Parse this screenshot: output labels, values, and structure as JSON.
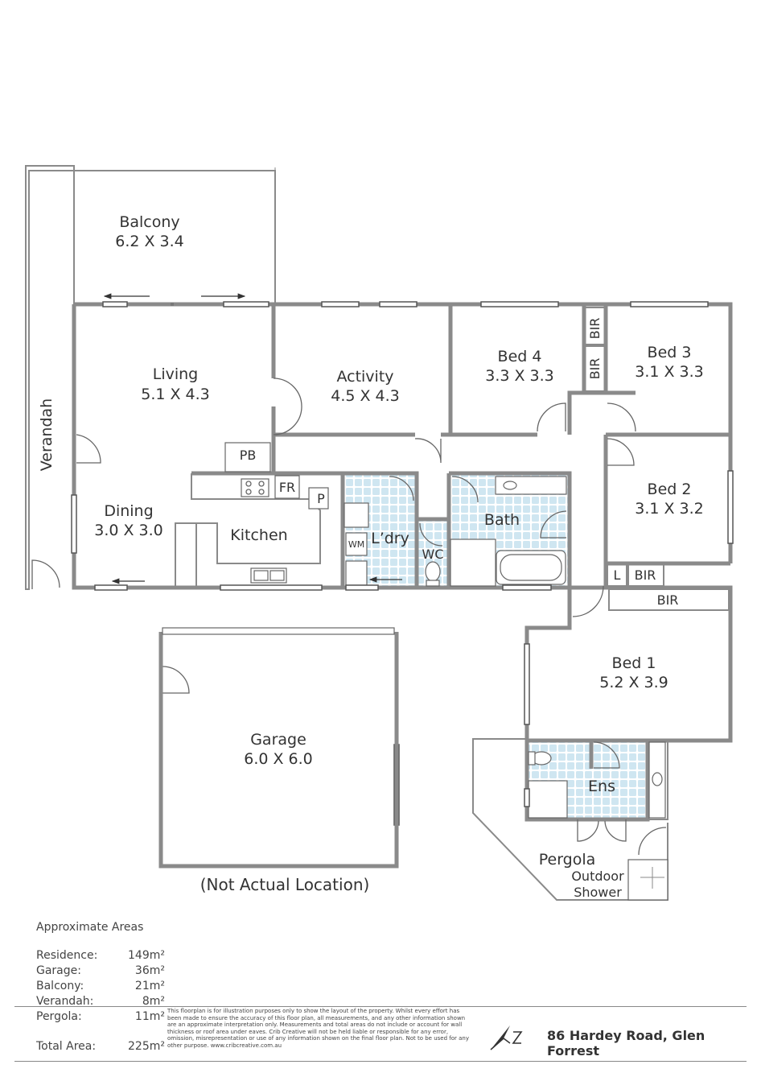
{
  "rooms": {
    "balcony": {
      "name": "Balcony",
      "dims": "6.2 X 3.4"
    },
    "verandah": {
      "name": "Verandah"
    },
    "living": {
      "name": "Living",
      "dims": "5.1 X 4.3"
    },
    "activity": {
      "name": "Activity",
      "dims": "4.5 X 4.3"
    },
    "bed4": {
      "name": "Bed 4",
      "dims": "3.3 X 3.3"
    },
    "bed3": {
      "name": "Bed 3",
      "dims": "3.1 X 3.3"
    },
    "bed2": {
      "name": "Bed 2",
      "dims": "3.1 X 3.2"
    },
    "bed1": {
      "name": "Bed 1",
      "dims": "5.2 X 3.9"
    },
    "dining": {
      "name": "Dining",
      "dims": "3.0 X 3.0"
    },
    "kitchen": {
      "name": "Kitchen"
    },
    "laundry": {
      "name": "L’dry"
    },
    "wc": {
      "name": "WC"
    },
    "bath": {
      "name": "Bath"
    },
    "ensuite": {
      "name": "Ens"
    },
    "garage": {
      "name": "Garage",
      "dims": "6.0 X 6.0"
    },
    "pergola": {
      "name": "Pergola"
    },
    "outdoor_shower_line1": "Outdoor",
    "outdoor_shower_line2": "Shower"
  },
  "fixtures": {
    "bir": "BIR",
    "pb": "PB",
    "fr": "FR",
    "pantry": "P",
    "wm": "WM",
    "linen": "L"
  },
  "garage_note": "(Not Actual Location)",
  "areas": {
    "title": "Approximate Areas",
    "rows": [
      {
        "label": "Residence:",
        "value": "149m²"
      },
      {
        "label": "Garage:",
        "value": "36m²"
      },
      {
        "label": "Balcony:",
        "value": "21m²"
      },
      {
        "label": "Verandah:",
        "value": "8m²"
      },
      {
        "label": "Pergola:",
        "value": "11m²"
      }
    ],
    "total_label": "Total Area:",
    "total_value": "225m²"
  },
  "disclaimer": "This floorplan is for illustration purposes only to show the layout of the property. Whilst every effort has been made to ensure the accuracy of this floor plan, all measurements, and any other information shown are an approximate interpretation only. Measurements and total areas do not include or account for wall thickness or roof area under eaves. Crib Creative will not be held liable or responsible for any error, omission, misrepresentation or use of any information shown on the final floor plan. Not to be used for any other purpose. www.cribcreative.com.au",
  "address": "86 Hardey Road, Glen Forrest",
  "colors": {
    "wall": "#8a8a8a",
    "tile": "#cfe6f1",
    "text": "#333333"
  },
  "icons": [
    "north-arrow-icon",
    "door-swing-icon",
    "window-icon",
    "sliding-door-arrow-icon"
  ]
}
